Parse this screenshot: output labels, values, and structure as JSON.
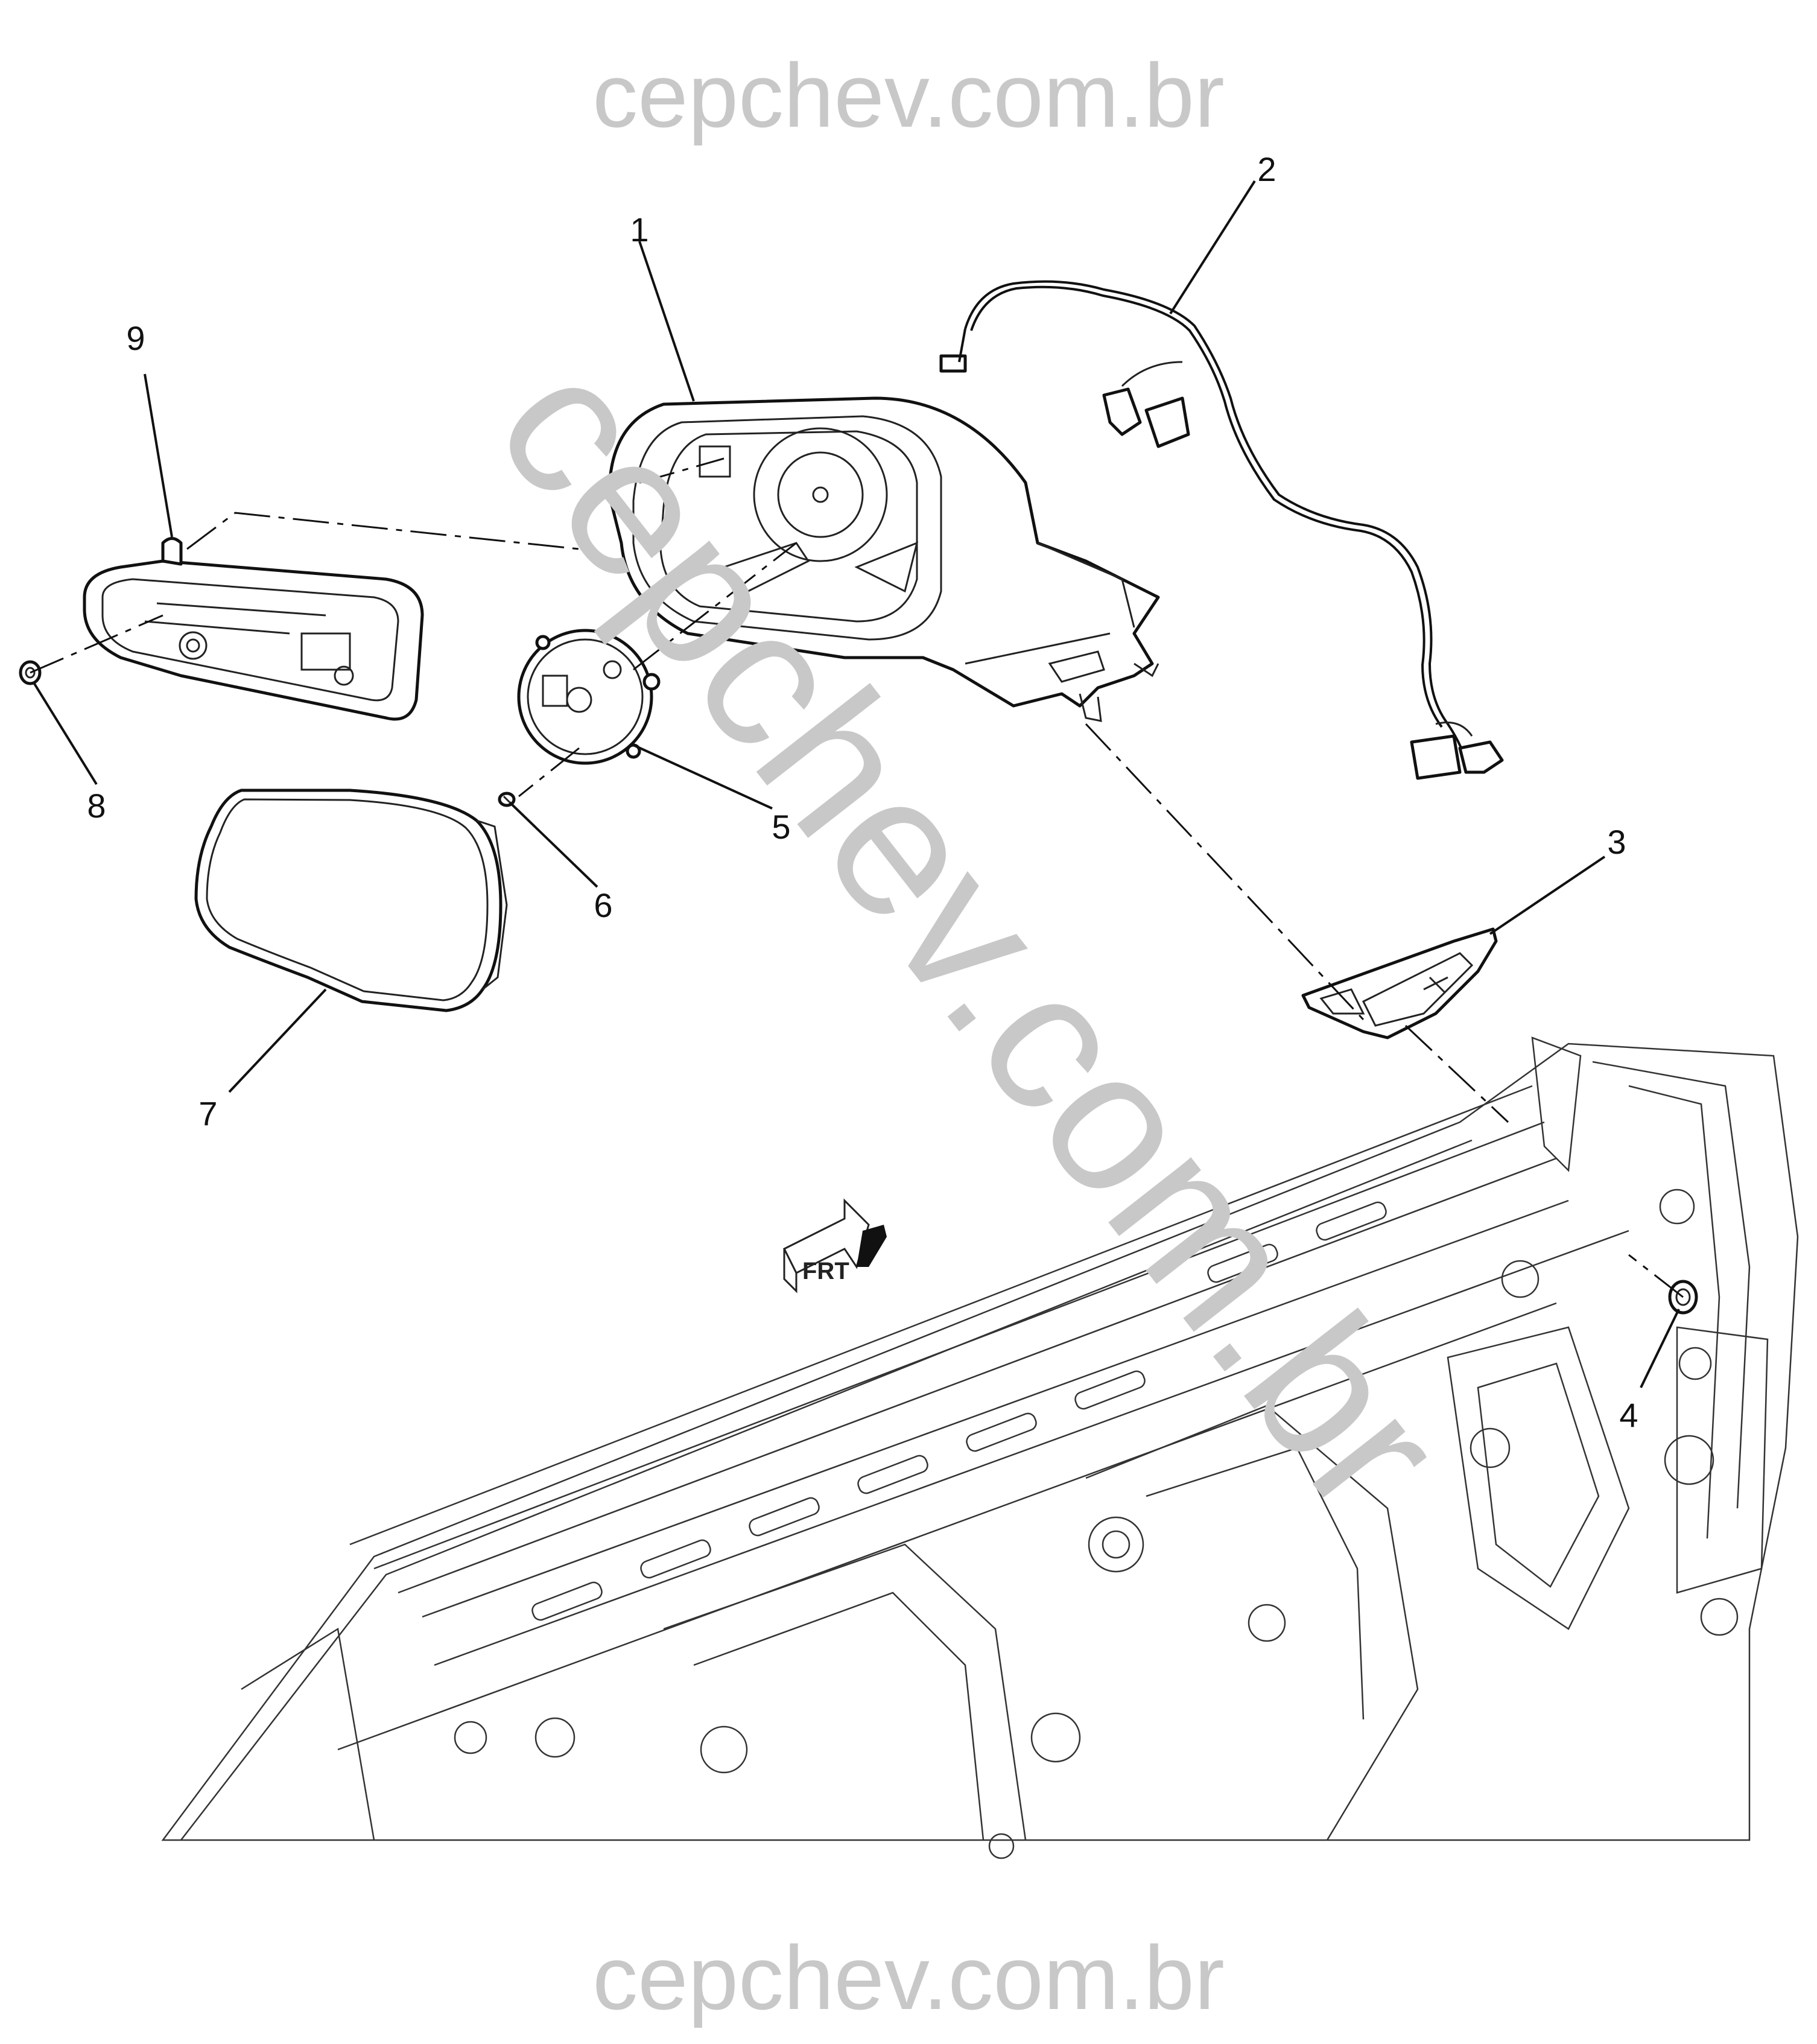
{
  "watermarks": {
    "top": "cepchev.com.br",
    "bottom": "cepchev.com.br",
    "diagonal": "cepchev.com.br"
  },
  "direction_arrow": {
    "label": "FRT"
  },
  "callouts": {
    "c1": "1",
    "c2": "2",
    "c3": "3",
    "c4": "4",
    "c5": "5",
    "c6": "6",
    "c7": "7",
    "c8": "8",
    "c9": "9"
  },
  "colors": {
    "watermark": "#c8c8c8",
    "line": "#111111"
  }
}
